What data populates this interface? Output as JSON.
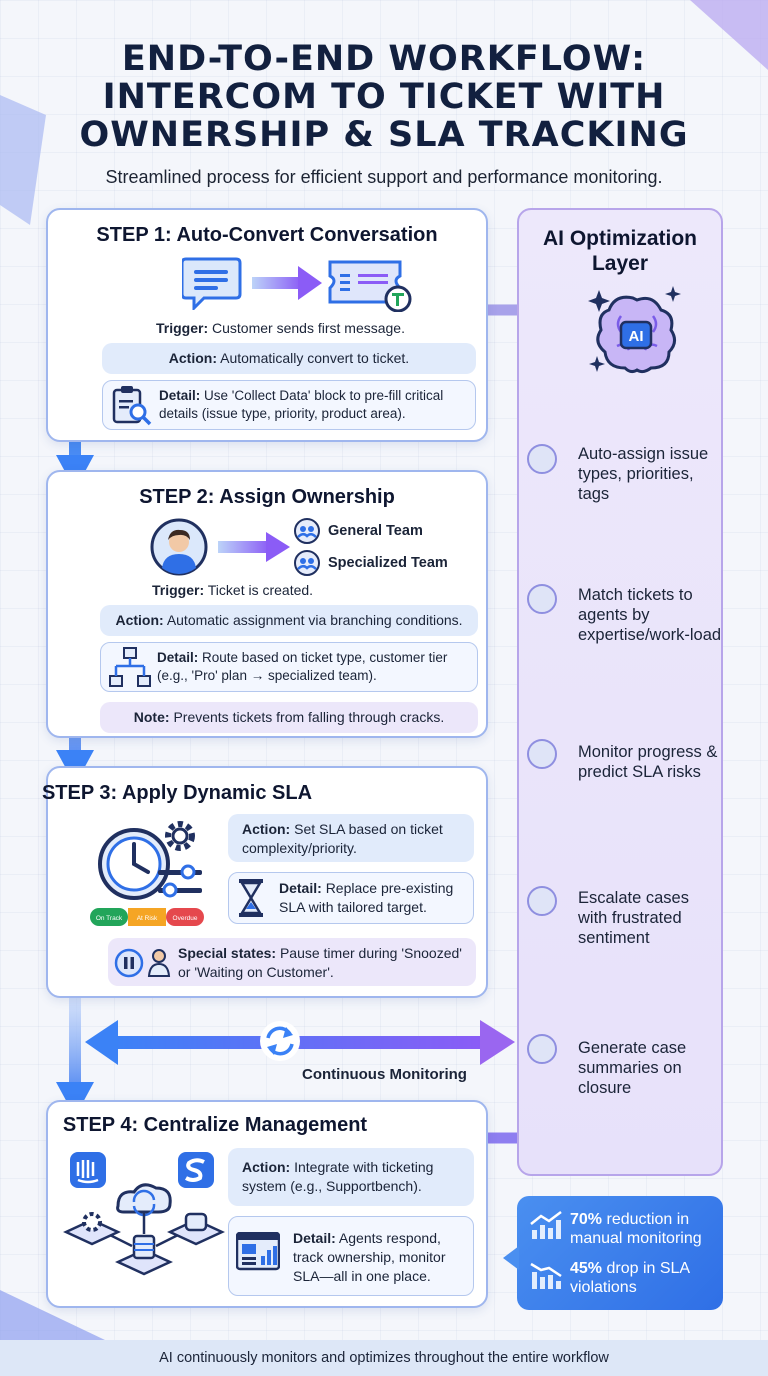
{
  "header": {
    "title_lines": [
      "END-TO-END WORKFLOW:",
      "INTERCOM TO TICKET WITH",
      "OWNERSHIP & SLA TRACKING"
    ],
    "subtitle": "Streamlined process for efficient support and performance monitoring."
  },
  "steps": [
    {
      "title": "STEP 1: Auto-Convert Conversation",
      "trigger_label": "Trigger:",
      "trigger": "Customer sends first message.",
      "action_label": "Action:",
      "action": "Automatically convert to ticket.",
      "detail_label": "Detail:",
      "detail": "Use 'Collect Data' block to pre-fill critical details (issue type, priority, product area)."
    },
    {
      "title": "STEP 2: Assign Ownership",
      "teams": [
        "General Team",
        "Specialized Team"
      ],
      "trigger_label": "Trigger:",
      "trigger": "Ticket is created.",
      "action_label": "Action:",
      "action": "Automatic assignment via branching conditions.",
      "detail_label": "Detail:",
      "detail": "Route based on ticket type, customer tier (e.g., 'Pro' plan → specialized team).",
      "note_label": "Note:",
      "note": "Prevents tickets from falling through cracks."
    },
    {
      "title": "STEP 3: Apply Dynamic SLA",
      "action_label": "Action:",
      "action": "Set SLA based on ticket complexity/priority.",
      "detail_label": "Detail:",
      "detail": "Replace pre-existing SLA with tailored target.",
      "special_label": "Special states:",
      "special": "Pause timer during 'Snoozed' or 'Waiting on Customer'.",
      "sla_bar": [
        "On Track",
        "At Risk",
        "Overdue"
      ]
    },
    {
      "title": "STEP 4: Centralize Management",
      "action_label": "Action:",
      "action": "Integrate with ticketing system (e.g., Supportbench).",
      "detail_label": "Detail:",
      "detail": "Agents respond, track ownership, monitor SLA—all in one place."
    }
  ],
  "monitoring": {
    "label": "Continuous Monitoring"
  },
  "ai_layer": {
    "title_lines": [
      "AI Optimization",
      "Layer"
    ],
    "badge": "AI",
    "items": [
      "Auto-assign issue types, priorities, tags",
      "Match tickets to agents by expertise/work-load",
      "Monitor progress & predict SLA risks",
      "Escalate cases with frustrated sentiment",
      "Generate case summaries on closure"
    ]
  },
  "stats": [
    {
      "value": "70%",
      "text": "reduction in manual monitoring"
    },
    {
      "value": "45%",
      "text": "drop in SLA violations"
    }
  ],
  "footer": "AI continuously monitors and optimizes throughout the entire workflow",
  "colors": {
    "primary_blue": "#3b82f6",
    "purple": "#8b5cf6",
    "navy": "#12203f",
    "on_track": "#22a55a",
    "at_risk": "#f5a524",
    "overdue": "#e5484d"
  }
}
